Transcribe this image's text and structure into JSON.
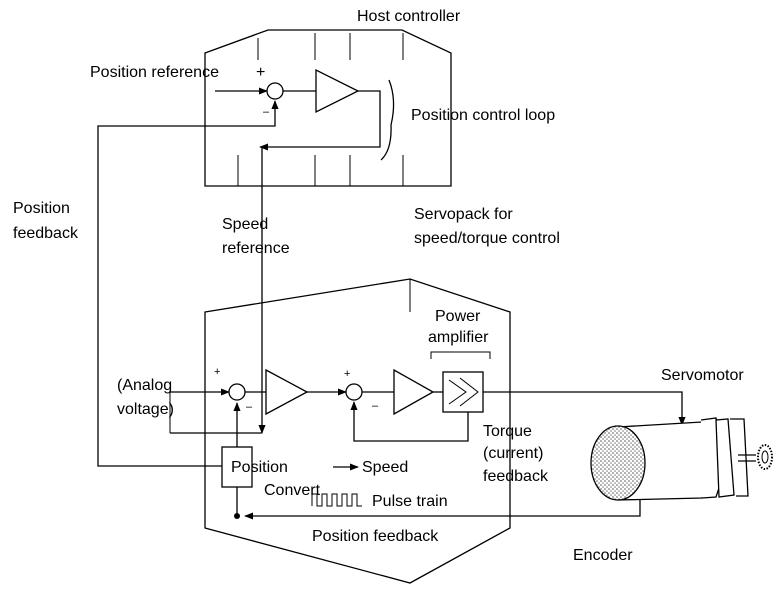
{
  "diagram": {
    "host_controller": "Host controller",
    "position_reference": "Position reference",
    "position_control_loop": "Position control loop",
    "position_feedback_left_line1": "Position",
    "position_feedback_left_line2": "feedback",
    "speed_reference_line1": "Speed",
    "speed_reference_line2": "reference",
    "servopack_line1": "Servopack for",
    "servopack_line2": "speed/torque control",
    "power_amplifier_line1": "Power",
    "power_amplifier_line2": "amplifier",
    "servomotor": "Servomotor",
    "analog_voltage_line1": "(Analog",
    "analog_voltage_line2": "voltage)",
    "torque_feedback_line1": "Torque",
    "torque_feedback_line2": "(current)",
    "torque_feedback_line3": "feedback",
    "converter_position": "Position",
    "converter_speed": "Speed",
    "converter_convert": "Convert",
    "pulse_train": "Pulse train",
    "position_feedback_bottom": "Position feedback",
    "encoder": "Encoder",
    "sign_plus": "+",
    "sign_minus": "–"
  }
}
